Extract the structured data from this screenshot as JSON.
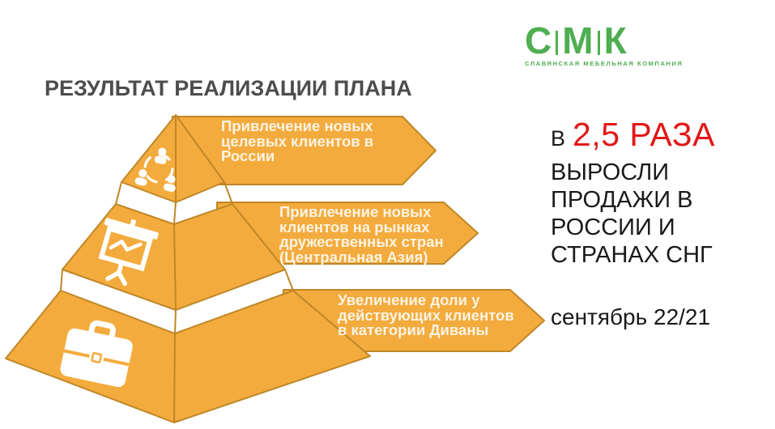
{
  "logo": {
    "letters": [
      "С",
      "М",
      "К"
    ],
    "subtitle": "СЛАВЯНСКАЯ МЕБЕЛЬНАЯ КОМПАНИЯ",
    "color": "#4fae52"
  },
  "title": "РЕЗУЛЬТАТ РЕАЛИЗАЦИИ ПЛАНА",
  "pyramid": {
    "fill_color": "#f4ab3d",
    "stroke_color": "#bf8727",
    "levels": [
      {
        "icon": "people-network-icon",
        "lines": [
          "Привлечение новых",
          "целевых клиентов в",
          "России"
        ]
      },
      {
        "icon": "presentation-chart-icon",
        "lines": [
          "Привлечение новых",
          "клиентов на рынках",
          "дружественных стран",
          "(Центральная Азия)"
        ]
      },
      {
        "icon": "briefcase-icon",
        "lines": [
          "Увеличение доли у",
          "действующих клиентов",
          "в категории Диваны"
        ]
      }
    ]
  },
  "result": {
    "prefix": "В",
    "highlight": "2,5 РАЗА",
    "highlight_color": "#e21717",
    "lines": [
      "ВЫРОСЛИ",
      "ПРОДАЖИ В",
      "РОССИИ И",
      "СТРАНАХ СНГ"
    ],
    "period": "сентябрь 22/21"
  }
}
